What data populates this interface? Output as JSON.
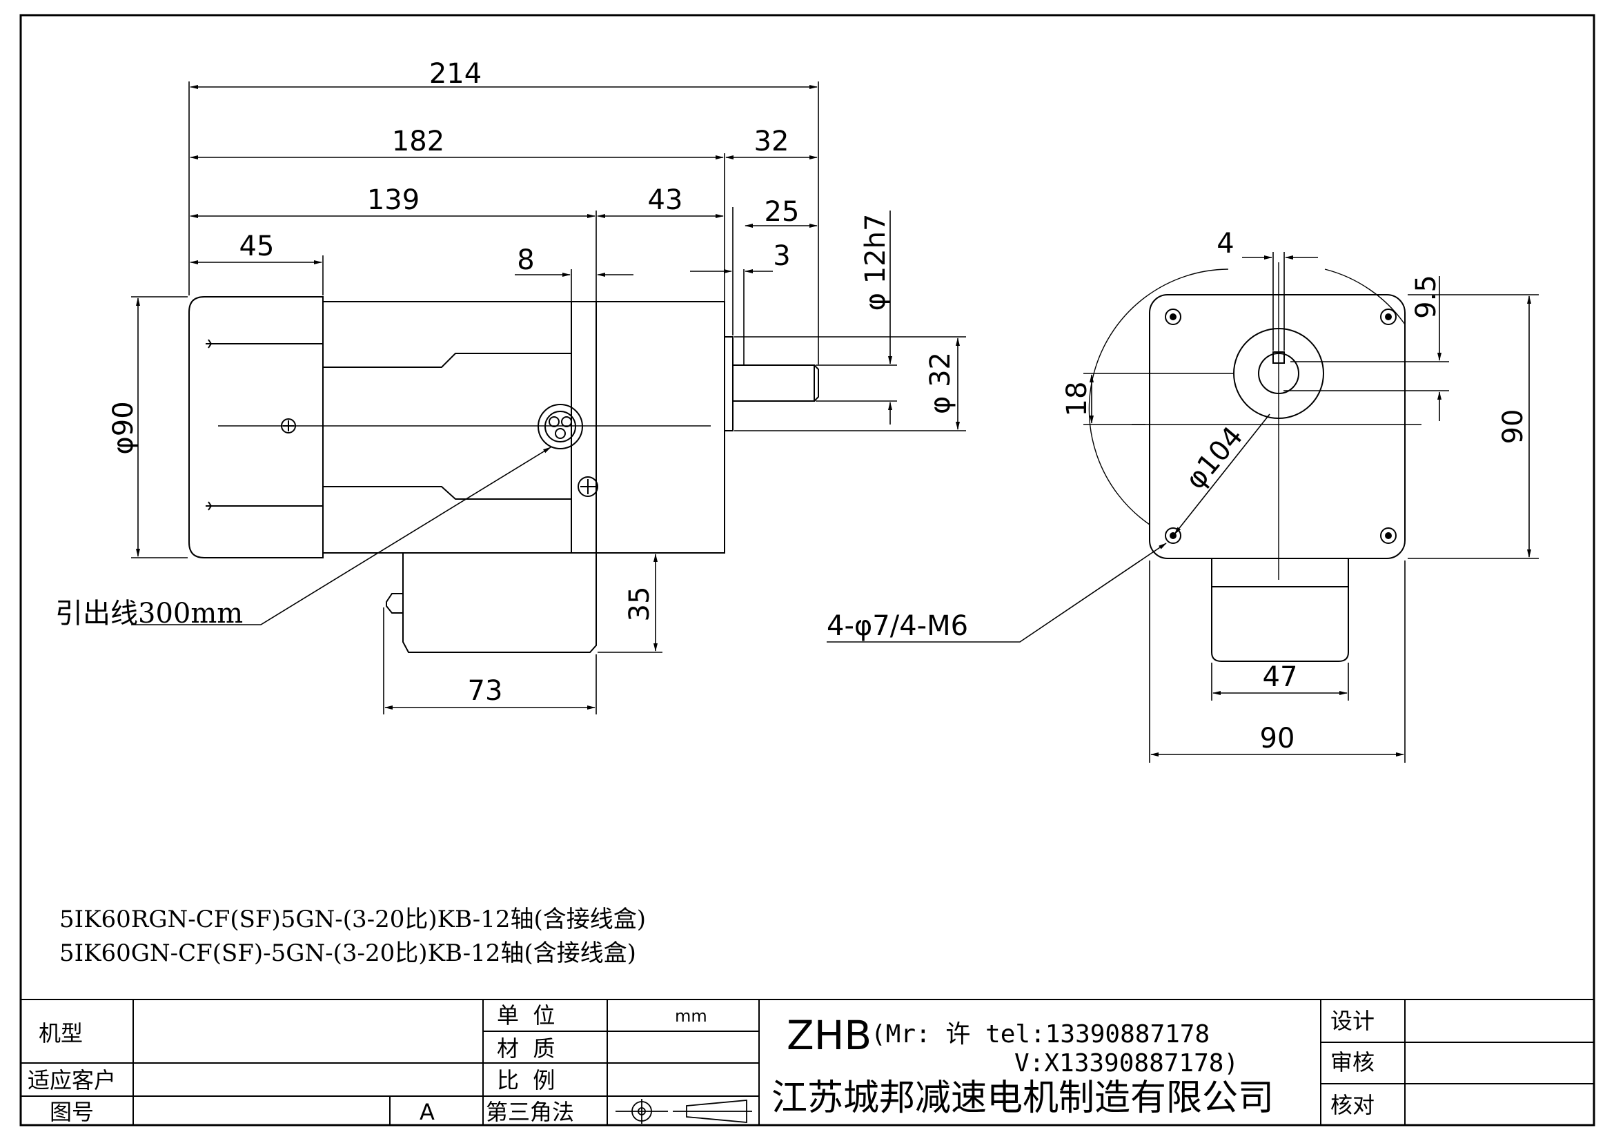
{
  "side_view": {
    "dims": {
      "total_length": "214",
      "body_length": "182",
      "shaft_length": "32",
      "motor_length": "139",
      "gearbox_length": "43",
      "shaft_key_length": "25",
      "shaft_shoulder": "3",
      "fan_cover_length": "45",
      "flange_thickness": "8",
      "body_diameter": "φ90",
      "shaft_diameter": "φ 12h7",
      "boss_diameter": "φ 32",
      "terminal_box_height": "35",
      "terminal_box_length": "73"
    },
    "lead_note": "引出线300mm"
  },
  "front_view": {
    "dims": {
      "key_width": "4",
      "key_depth": "9.5",
      "shaft_offset": "18",
      "pitch_circle": "φ104",
      "height": "90",
      "width": "90",
      "box_width": "47"
    },
    "hole_note": "4-φ7/4-M6"
  },
  "models": [
    "5IK60RGN-CF(SF)5GN-(3-20比)KB-12轴(含接线盒)",
    "5IK60GN-CF(SF)-5GN-(3-20比)KB-12轴(含接线盒)"
  ],
  "title_block": {
    "model_label": "机型",
    "customer_label": "适应客户",
    "drawing_no_label": "图号",
    "drawing_no_value": "A",
    "unit_label": "单  位",
    "unit_value": "mm",
    "material_label": "材  质",
    "scale_label": "比  例",
    "projection_label": "第三角法",
    "brand": "ZHB",
    "contact_line1": "(Mr: 许 tel:13390887178",
    "contact_line2": "V:X13390887178)",
    "company": "江苏城邦减速电机制造有限公司",
    "design_label": "设计",
    "review_label": "审核",
    "check_label": "核对"
  }
}
